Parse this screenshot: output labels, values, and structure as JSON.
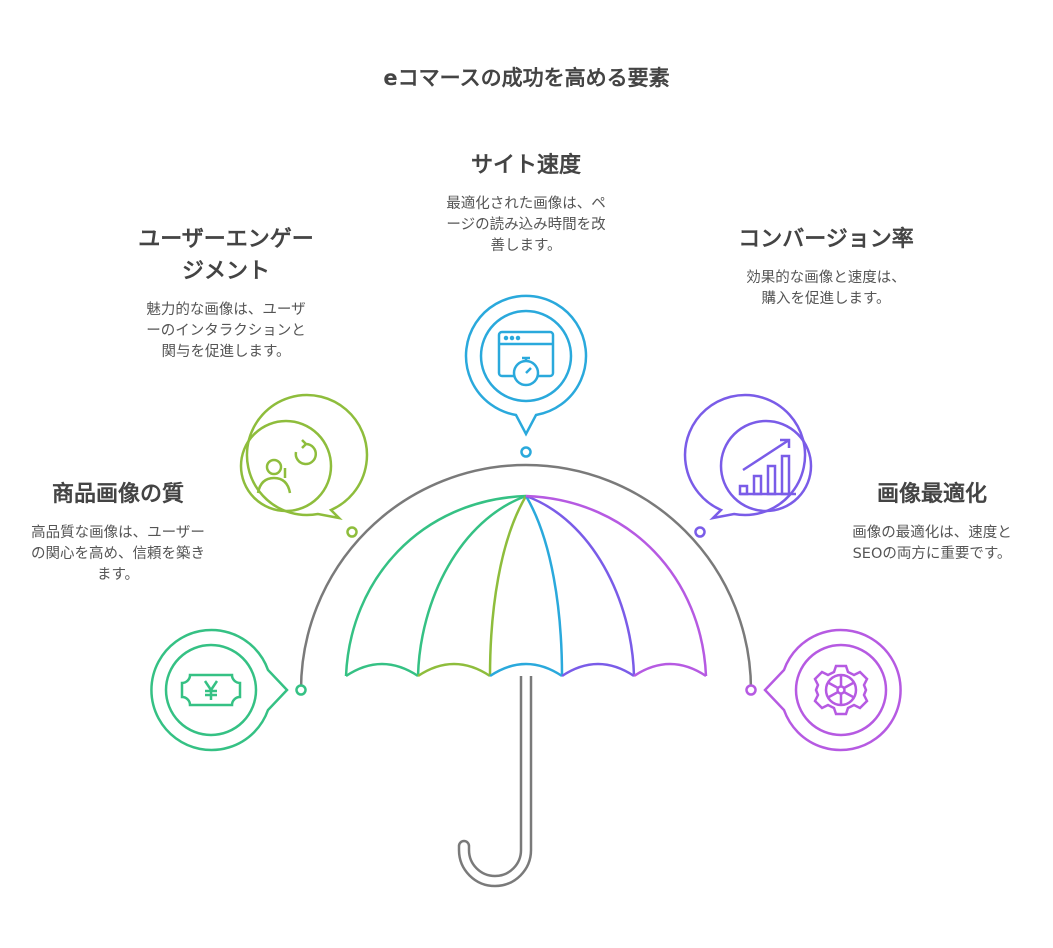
{
  "title": "eコマースの成功を高める要素",
  "items": [
    {
      "heading": "商品画像の質",
      "text": "高品質な画像は、ユーザーの関心を高め、信頼を築きます。",
      "icon": "yen-ticket-icon",
      "color": "#35c184"
    },
    {
      "heading": "ユーザーエンゲージメント",
      "text": "魅力的な画像は、ユーザーのインタラクションと関与を促進します。",
      "icon": "user-refresh-icon",
      "color": "#8ebd3c"
    },
    {
      "heading": "サイト速度",
      "text": "最適化された画像は、ページの読み込み時間を改善します。",
      "icon": "browser-stopwatch-icon",
      "color": "#2aa9dc"
    },
    {
      "heading": "コンバージョン率",
      "text": "効果的な画像と速度は、購入を促進します。",
      "icon": "bar-chart-growth-icon",
      "color": "#7a5ce8"
    },
    {
      "heading": "画像最適化",
      "text": "画像の最適化は、速度とSEOの両方に重要です。",
      "icon": "gear-icon",
      "color": "#b65ae2"
    }
  ]
}
